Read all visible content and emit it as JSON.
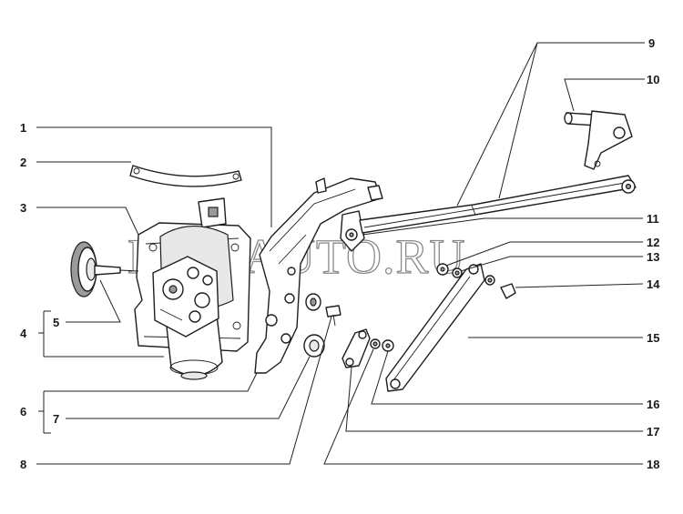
{
  "watermark": "DIM-AUTO.RU",
  "callouts": {
    "c1": "1",
    "c2": "2",
    "c3": "3",
    "c4": "4",
    "c5": "5",
    "c6": "6",
    "c7": "7",
    "c8": "8",
    "c9": "9",
    "c10": "10",
    "c11": "11",
    "c12": "12",
    "c13": "13",
    "c14": "14",
    "c15": "15",
    "c16": "16",
    "c17": "17",
    "c18": "18"
  }
}
